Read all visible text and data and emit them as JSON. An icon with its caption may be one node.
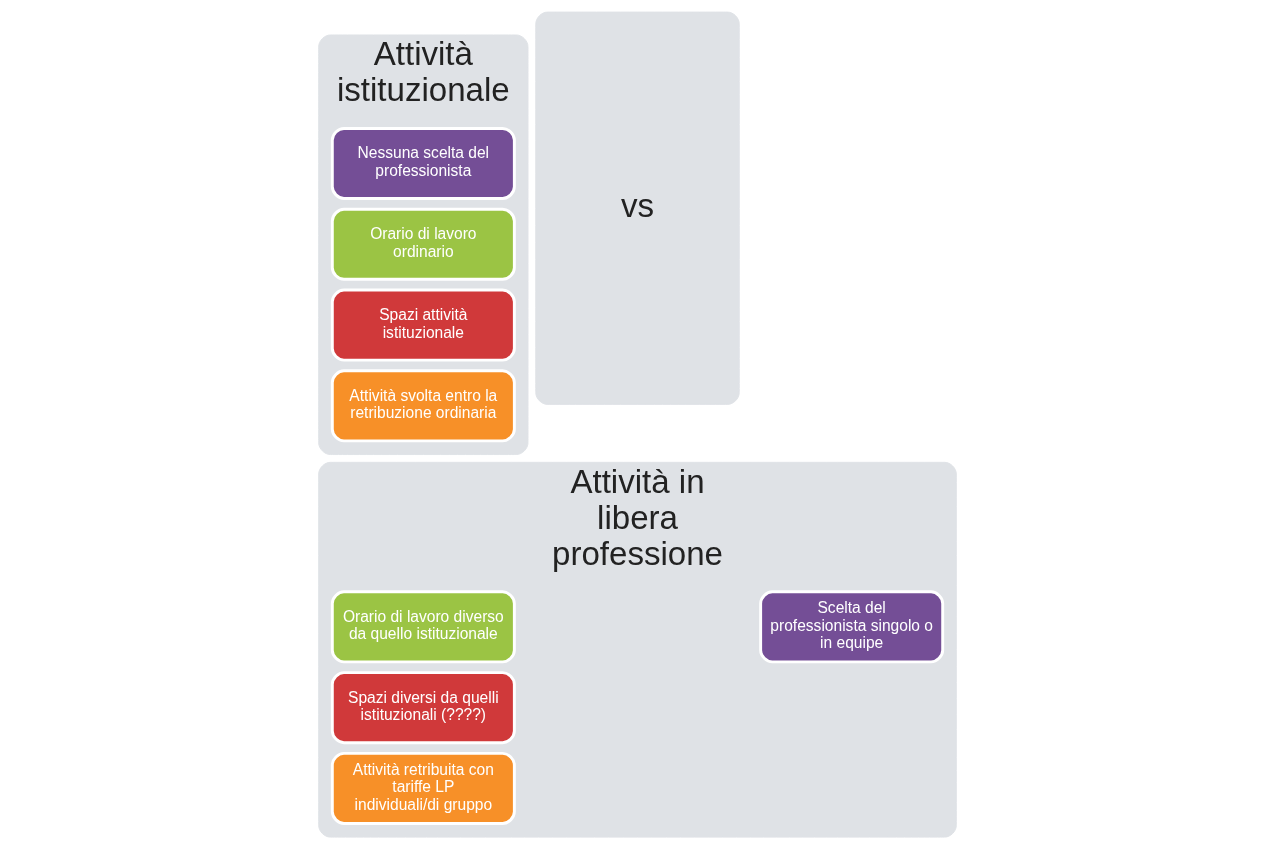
{
  "diagram": {
    "nodes": [
      {
        "text": [
          "Attività istituzionale"
        ]
      },
      {
        "text": [
          "Nessuna scelta del professionista"
        ],
        "in": 0
      },
      {
        "text": [
          "Orario di lavoro ordinario"
        ],
        "in": 0
      },
      {
        "text": [
          "Spazi attività istituzionale"
        ],
        "in": 0
      },
      {
        "text": [
          "Attività svolta entro la retribuzione ordinaria"
        ],
        "in": 0
      },
      {
        "text": [
          "vs"
        ]
      },
      {
        "text": [
          "Attività in libera professione"
        ]
      },
      {
        "text": [
          "Scelta del professionista singolo o in equipe"
        ],
        "in": 6
      },
      {
        "text": [
          "Orario di lavoro diverso da quello istituzionale"
        ],
        "in": 6
      },
      {
        "text": [
          "Spazi diversi da quelli istituzionali (????)"
        ],
        "in": 6
      },
      {
        "text": [
          "Attività retribuita con tariffe LP individuali/di gruppo"
        ],
        "in": 6
      }
    ],
    "edges": []
  }
}
